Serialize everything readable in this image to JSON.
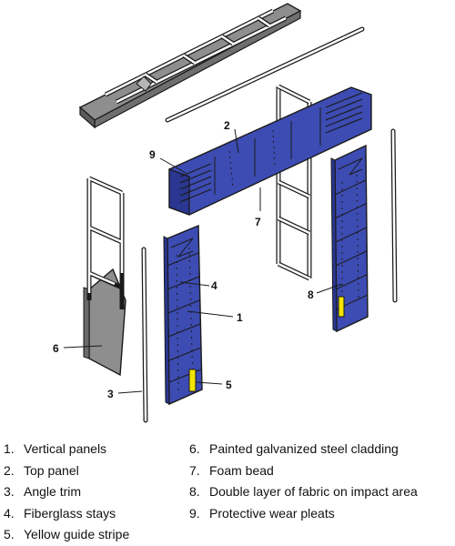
{
  "colors": {
    "panel_blue": "#3d4cb2",
    "panel_blue_dark": "#2a3690",
    "stripe_yellow": "#f2e500",
    "steel_gray": "#8e8e8e",
    "frame_white": "#ffffff",
    "outline": "#1a1a1a"
  },
  "callouts": [
    {
      "id": 1,
      "label": "1"
    },
    {
      "id": 2,
      "label": "2"
    },
    {
      "id": 3,
      "label": "3"
    },
    {
      "id": 4,
      "label": "4"
    },
    {
      "id": 5,
      "label": "5"
    },
    {
      "id": 6,
      "label": "6"
    },
    {
      "id": 7,
      "label": "7"
    },
    {
      "id": 8,
      "label": "8"
    },
    {
      "id": 9,
      "label": "9"
    }
  ],
  "legend": {
    "left": [
      {
        "num": "1.",
        "text": "Vertical panels"
      },
      {
        "num": "2.",
        "text": "Top panel"
      },
      {
        "num": "3.",
        "text": "Angle trim"
      },
      {
        "num": "4.",
        "text": "Fiberglass stays"
      },
      {
        "num": "5.",
        "text": "Yellow guide stripe"
      }
    ],
    "right": [
      {
        "num": "6.",
        "text": "Painted galvanized steel cladding"
      },
      {
        "num": "7.",
        "text": "Foam bead"
      },
      {
        "num": "8.",
        "text": "Double layer of fabric on impact area"
      },
      {
        "num": "9.",
        "text": "Protective wear pleats"
      }
    ]
  }
}
